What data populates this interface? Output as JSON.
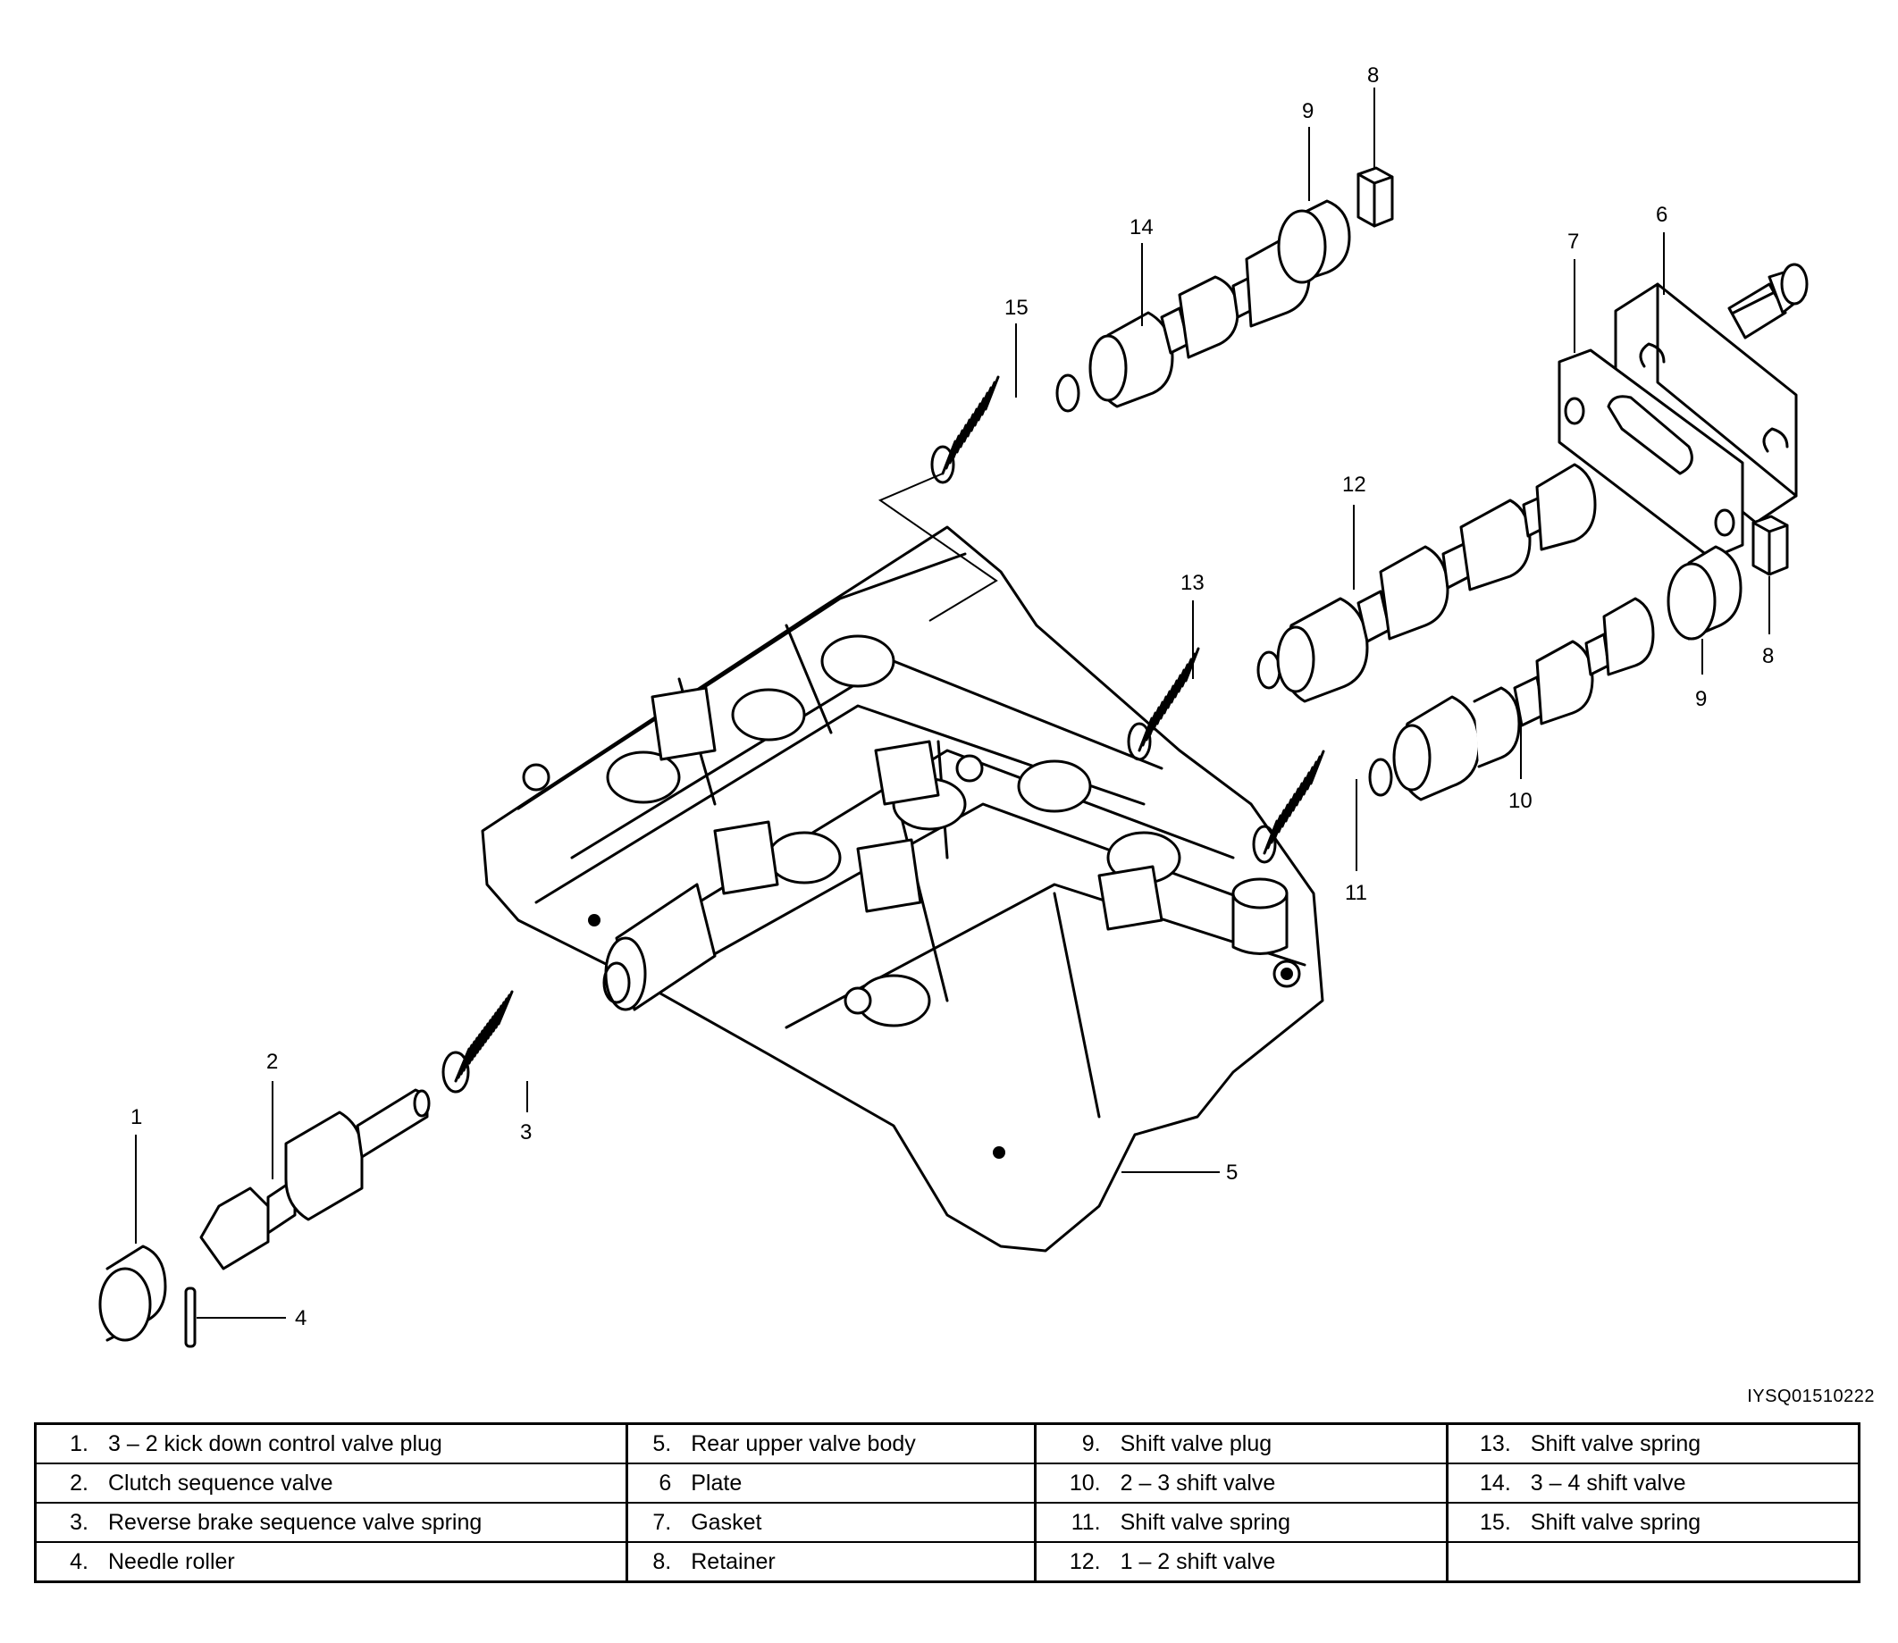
{
  "figure_code": "IYSQ01510222",
  "callouts": [
    "1",
    "2",
    "3",
    "4",
    "5",
    "6",
    "7",
    "8",
    "9",
    "10",
    "11",
    "12",
    "13",
    "14",
    "15"
  ],
  "legend": {
    "columns": [
      [
        {
          "num": "1.",
          "label": "3 – 2 kick down control valve plug"
        },
        {
          "num": "2.",
          "label": "Clutch sequence valve"
        },
        {
          "num": "3.",
          "label": "Reverse brake sequence valve spring"
        },
        {
          "num": "4.",
          "label": "Needle roller"
        }
      ],
      [
        {
          "num": "5.",
          "label": "Rear upper valve body"
        },
        {
          "num": "6",
          "label": "Plate"
        },
        {
          "num": "7.",
          "label": "Gasket"
        },
        {
          "num": "8.",
          "label": "Retainer"
        }
      ],
      [
        {
          "num": "9.",
          "label": "Shift valve plug"
        },
        {
          "num": "10.",
          "label": "2 – 3 shift valve"
        },
        {
          "num": "11.",
          "label": "Shift valve spring"
        },
        {
          "num": "12.",
          "label": "1 – 2 shift valve"
        }
      ],
      [
        {
          "num": "13.",
          "label": "Shift valve spring"
        },
        {
          "num": "14.",
          "label": "3 – 4 shift valve"
        },
        {
          "num": "15.",
          "label": "Shift valve spring"
        },
        {
          "num": "",
          "label": ""
        }
      ]
    ]
  }
}
